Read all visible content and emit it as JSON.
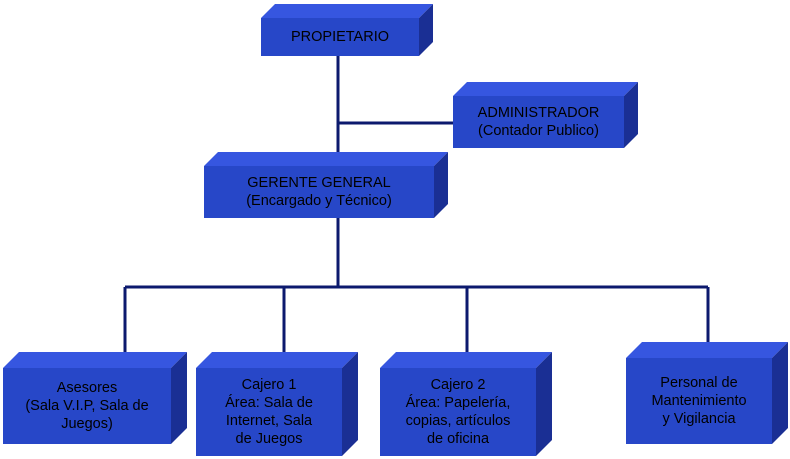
{
  "org_chart": {
    "owner": {
      "line1": "PROPIETARIO"
    },
    "administrator": {
      "line1": "ADMINISTRADOR",
      "line2": "(Contador Publico)"
    },
    "general_manager": {
      "line1": "GERENTE GENERAL",
      "line2": "(Encargado y Técnico)"
    },
    "advisors": {
      "text": "Asesores\n(Sala V.I.P, Sala de\nJuegos)"
    },
    "cashier1": {
      "text": "Cajero 1\nÁrea: Sala de\nInternet, Sala\nde Juegos"
    },
    "cashier2": {
      "text": "Cajero 2\nÁrea: Papelería,\ncopias, artículos\nde oficina"
    },
    "maintenance": {
      "text": "Personal de\nMantenimiento\ny Vigilancia"
    }
  },
  "colors": {
    "box_face": "#2747c8",
    "box_top": "#3656e0",
    "box_side": "#1a2f94",
    "connector": "#0c1a6e"
  }
}
